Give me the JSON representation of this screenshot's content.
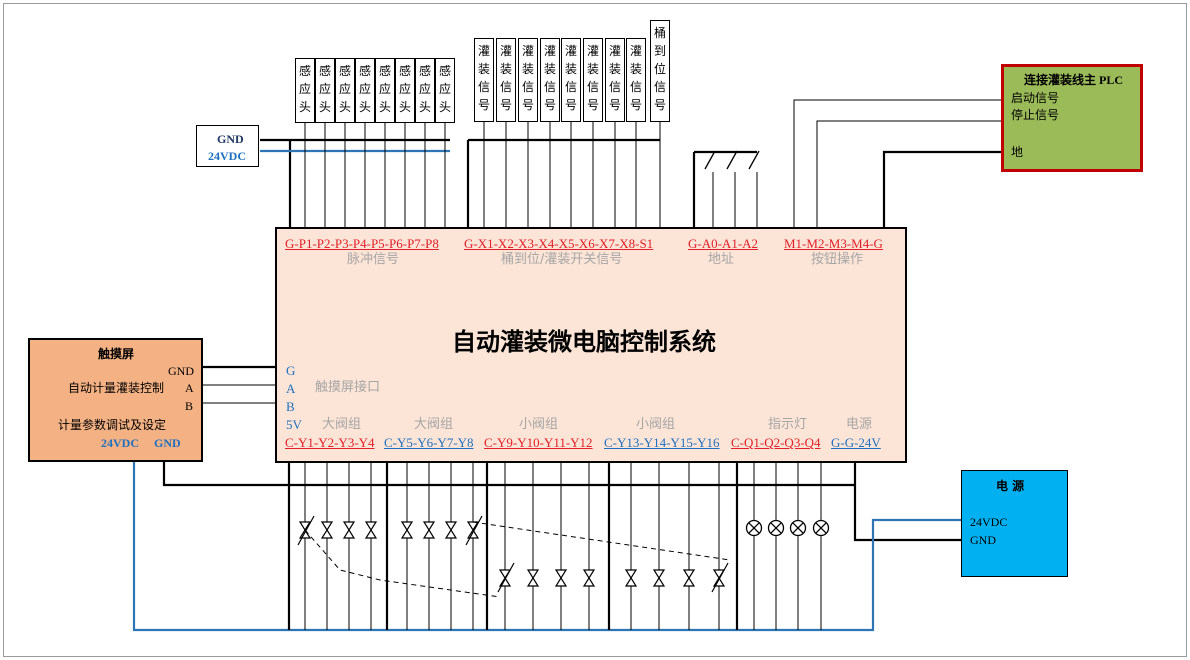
{
  "system_title": "自动灌装微电脑控制系统",
  "ports_top": [
    {
      "code": "G-P1-P2-P3-P4-P5-P6-P7-P8",
      "desc": "脉冲信号"
    },
    {
      "code": "G-X1-X2-X3-X4-X5-X6-X7-X8-S1",
      "desc": "桶到位/灌装开关信号"
    },
    {
      "code": "G-A0-A1-A2",
      "desc": "地址"
    },
    {
      "code": "M1-M2-M3-M4-G",
      "desc": "按钮操作"
    }
  ],
  "ports_bottom": [
    {
      "code": "C-Y1-Y2-Y3-Y4",
      "desc": "大阀组"
    },
    {
      "code": "C-Y5-Y6-Y7-Y8",
      "desc": "大阀组"
    },
    {
      "code": "C-Y9-Y10-Y11-Y12",
      "desc": "小阀组"
    },
    {
      "code": "C-Y13-Y14-Y15-Y16",
      "desc": "小阀组"
    },
    {
      "code": "C-Q1-Q2-Q3-Q4",
      "desc": "指示灯"
    },
    {
      "code": "G-G-24V",
      "desc": "电源"
    }
  ],
  "touch_port": {
    "pins": [
      "G",
      "A",
      "B",
      "5V"
    ],
    "label": "触摸屏接口"
  },
  "sensor_label": "感应头",
  "fill_signal_label": "灌装信号",
  "barrel_signal_label": "桶到位信号",
  "gnd_box": {
    "gnd": "GND",
    "vdc": "24VDC"
  },
  "touch_screen": {
    "title": "触摸屏",
    "line1": "自动计量灌装控制",
    "line2": "计量参数调试及设定",
    "pin_gnd": "GND",
    "pin_a": "A",
    "pin_b": "B",
    "vdc": "24VDC",
    "gnd": "GND"
  },
  "plc": {
    "title": "连接灌装线主 PLC",
    "start": "启动信号",
    "stop": "停止信号",
    "ground": "地"
  },
  "power": {
    "title": "电 源",
    "vdc": "24VDC",
    "gnd": "GND"
  },
  "colors": {
    "main_box": "#fce4d6",
    "touch_box": "#f4b183",
    "plc_box": "#9bbb59",
    "plc_border": "#c00000",
    "power_box": "#00b0f0",
    "port_red": "#e0202a",
    "port_blue": "#1f70c1",
    "wire_blue": "#2e75b6"
  }
}
